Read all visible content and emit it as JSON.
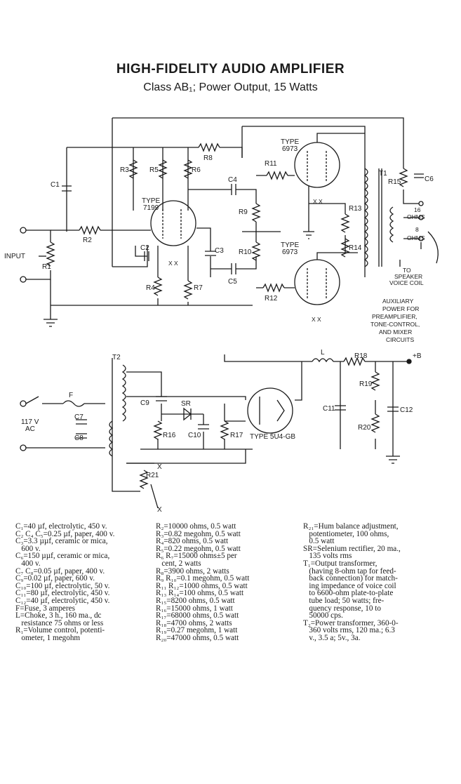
{
  "title": "HIGH-FIDELITY AUDIO AMPLIFIER",
  "subtitle": "Class AB₁; Power Output, 15 Watts",
  "labels": {
    "C1": "C1",
    "C2": "C2",
    "C3": "C3",
    "C4": "C4",
    "C5": "C5",
    "C6": "C6",
    "C7": "C7",
    "C8": "C8",
    "C9": "C9",
    "C10": "C10",
    "C11": "C11",
    "C12": "C12",
    "R1": "R1",
    "R2": "R2",
    "R3": "R3",
    "R4": "R4",
    "R5": "R5",
    "R6": "R6",
    "R7": "R7",
    "R8": "R8",
    "R9": "R9",
    "R10": "R10",
    "R11": "R11",
    "R12": "R12",
    "R13": "R13",
    "R14": "R14",
    "R15": "R15",
    "R16": "R16",
    "R17": "R17",
    "R18": "R18",
    "R19": "R19",
    "R20": "R20",
    "R21": "R21",
    "T1": "T1",
    "T2": "T2",
    "L": "L",
    "F": "F",
    "SR": "SR",
    "type": "TYPE",
    "tube1": "7199",
    "tube2": "6973",
    "tube3": "6973",
    "tube4": "TYPE 5U4-GB",
    "input": "INPUT",
    "ac1": "117 V",
    "ac2": "AC",
    "ohms16": "16",
    "ohms8": "8",
    "ohmsword": "OHMS",
    "speaker": [
      "TO",
      "SPEAKER",
      "VOICE COIL"
    ],
    "aux": [
      "AUXILIARY",
      "POWER FOR",
      "PREAMPLIFIER,",
      "TONE-CONTROL,",
      "AND MIXER",
      "CIRCUITS"
    ],
    "bplus": "+B",
    "x": "X",
    "xx": "X X"
  },
  "parts_list": {
    "col1": [
      "C₁=40 µf, electrolytic, 450 v.",
      "C₂ C₄ C₅=0.25 µf, paper, 400 v.",
      "C₃=3.3 µµf, ceramic or mica,",
      "   600 v.",
      "C₆=150 µµf, ceramic or mica,",
      "   400 v.",
      "C₇ C₈=0.05 µf, paper, 400 v.",
      "C₉=0.02 µf, paper, 600 v.",
      "C₁₀=100 µf, electrolytic, 50 v.",
      "C₁₁=80 µf, electrolytic, 450 v.",
      "C₁₂=40 µf, electrolytic, 450 v.",
      "F=Fuse, 3 amperes",
      "L=Choke, 3 h., 160 ma., dc",
      "   resistance 75 ohms or less",
      "R₁=Volume control, potenti-",
      "   ometer, 1 megohm"
    ],
    "col2": [
      "R₂=10000 ohms, 0.5 watt",
      "R₃=0.82 megohm, 0.5 watt",
      "R₄=820 ohms, 0.5 watt",
      "R₅=0.22 megohm, 0.5 watt",
      "R₆ R₇=15000 ohms±5 per",
      "   cent, 2 watts",
      "R₈=3900 ohms, 2 watts",
      "R₉ R₁₀=0.1 megohm, 0.5 watt",
      "R₁₁ R₁₂=1000 ohms, 0.5 watt",
      "R₁₃ R₁₄=100 ohms, 0.5 watt",
      "R₁₅=8200 ohms, 0.5 watt",
      "R₁₆=15000 ohms, 1 watt",
      "R₁₇=68000 ohms, 0.5 watt",
      "R₁₈=4700 ohms, 2 watts",
      "R₁₉=0.27 megohm, 1 watt",
      "R₂₀=47000 ohms, 0.5 watt"
    ],
    "col3": [
      "R₂₁=Hum balance adjustment,",
      "   potentiometer, 100 ohms,",
      "   0.5 watt",
      "SR=Selenium rectifier, 20 ma.,",
      "   135 volts rms",
      "T₁=Output transformer,",
      "   (having 8-ohm tap for feed-",
      "   back connection) for match-",
      "   ing impedance of voice coil",
      "   to 6600-ohm plate-to-plate",
      "   tube load; 50 watts; fre-",
      "   quency response, 10 to",
      "   50000 cps.",
      "T₂=Power transformer, 360-0-",
      "   360 volts rms, 120 ma.; 6.3",
      "   v., 3.5 a; 5v., 3a."
    ]
  }
}
